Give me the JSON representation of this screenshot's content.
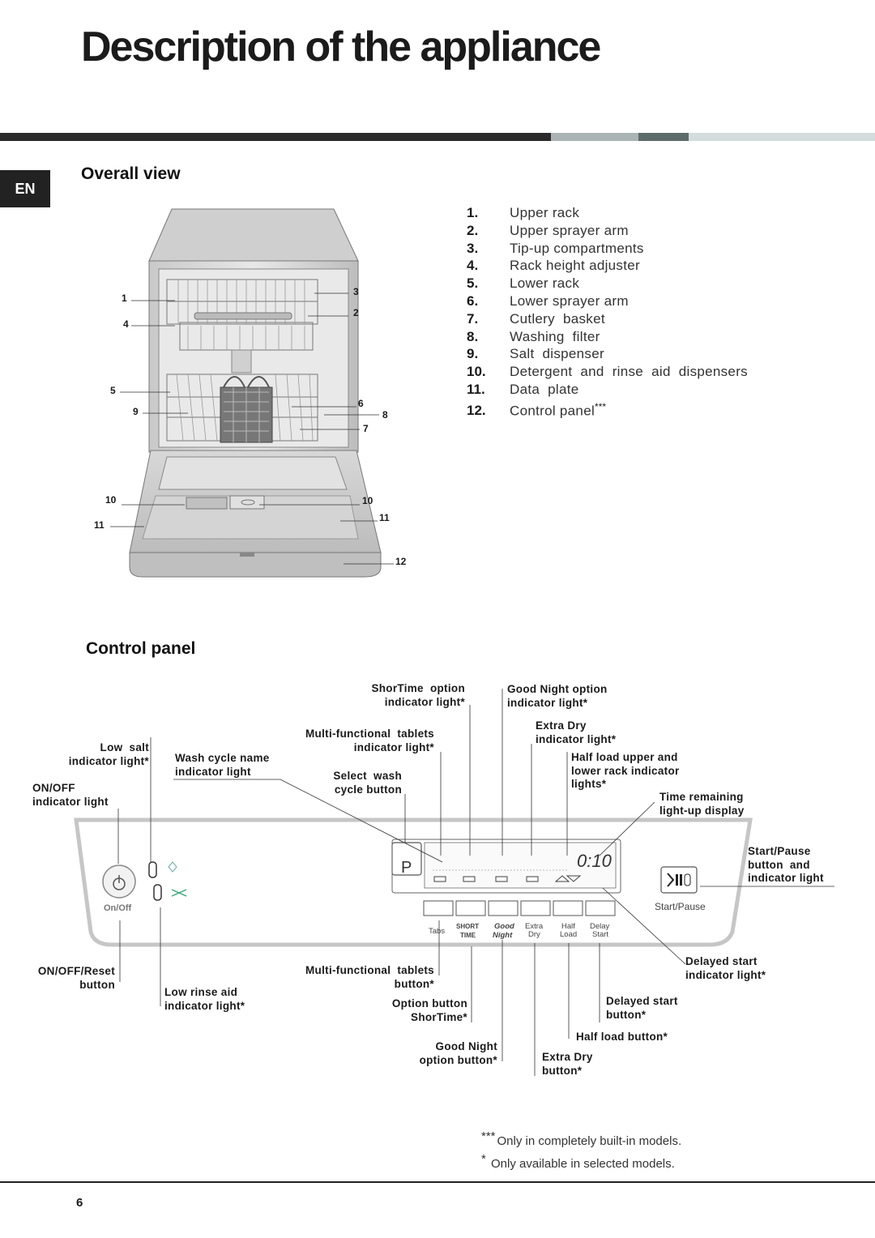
{
  "page": {
    "title": "Description of the appliance",
    "lang_tab": "EN",
    "page_number": "6"
  },
  "colors": {
    "bar_dark": "#2a2a2a",
    "bar_mid": "#aab4b4",
    "bar_slate": "#5e6b6b",
    "bar_light": "#d4dcdc"
  },
  "overall_view": {
    "title": "Overall view",
    "items": [
      {
        "num": "1.",
        "label": "Upper rack"
      },
      {
        "num": "2.",
        "label": "Upper sprayer arm"
      },
      {
        "num": "3.",
        "label": "Tip-up compartments"
      },
      {
        "num": "4.",
        "label": "Rack height adjuster"
      },
      {
        "num": "5.",
        "label": "Lower rack"
      },
      {
        "num": "6.",
        "label": "Lower sprayer arm"
      },
      {
        "num": "7.",
        "label": "Cutlery  basket"
      },
      {
        "num": "8.",
        "label": "Washing  filter"
      },
      {
        "num": "9.",
        "label": "Salt  dispenser"
      },
      {
        "num": "10.",
        "label": "Detergent  and  rinse  aid  dispensers"
      },
      {
        "num": "11.",
        "label": "Data  plate"
      },
      {
        "num": "12.",
        "label": "Control panel"
      }
    ],
    "item12_mark": "***",
    "diagram_numbers": [
      "1",
      "4",
      "5",
      "9",
      "10",
      "11",
      "3",
      "2",
      "6",
      "8",
      "7",
      "10",
      "11",
      "12"
    ]
  },
  "control_panel": {
    "title": "Control panel",
    "labels": {
      "shortime_light": "ShorTime  option\nindicator light*",
      "goodnight_light": "Good Night option\nindicator light*",
      "multi_tabs_light": "Multi-functional  tablets\nindicator light*",
      "extra_dry_light": "Extra Dry\nindicator light*",
      "low_salt": "Low  salt\nindicator light*",
      "wash_cycle_name": "Wash cycle name\nindicator light",
      "select_wash": "Select  wash\ncycle button",
      "half_load_light": "Half load upper and\nlower rack indicator\nlights*",
      "on_off_light": "ON/OFF\nindicator light",
      "time_remaining": "Time remaining\nlight-up display",
      "start_pause_light": "Start/Pause\nbutton  and\nindicator light",
      "delayed_start_light": "Delayed start\nindicator light*",
      "on_off_reset": "ON/OFF/Reset\nbutton",
      "multi_tabs_button": "Multi-functional  tablets\nbutton*",
      "low_rinse": "Low rinse aid\nindicator light*",
      "option_shortime": "Option button\nShorTime*",
      "delayed_start_button": "Delayed start\nbutton*",
      "half_load_button": "Half load button*",
      "goodnight_button": "Good Night\noption button*",
      "extra_dry_button": "Extra Dry\nbutton*"
    },
    "panel_text": {
      "onoff_caption": "On/Off",
      "p_button": "P",
      "display_time": "0:10",
      "start_pause_caption": "Start/Pause",
      "btn_tabs": "Tabs",
      "btn_short_1": "SHORT",
      "btn_short_2": "TIME",
      "btn_good_1": "Good",
      "btn_good_2": "Night",
      "btn_extra_1": "Extra",
      "btn_extra_2": "Dry",
      "btn_half_1": "Half",
      "btn_half_2": "Load",
      "btn_delay_1": "Delay",
      "btn_delay_2": "Start"
    }
  },
  "notes": {
    "n1_star": "***",
    "n1": "Only in completely built-in models.",
    "n2_star": "*",
    "n2": " Only available in selected models."
  }
}
